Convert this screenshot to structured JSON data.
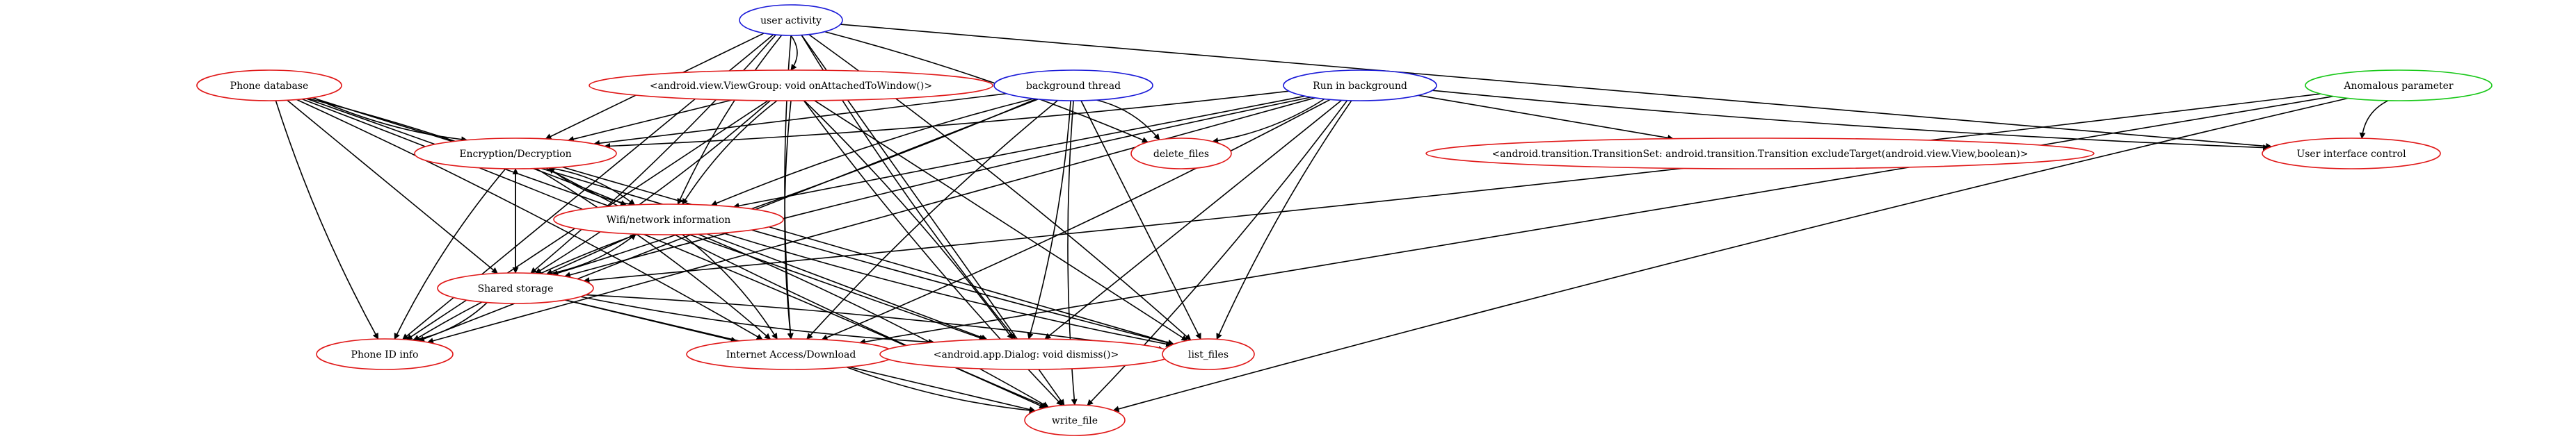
{
  "graph": {
    "colors": {
      "entry": "#1a1ad8",
      "target": "#e01818",
      "anomalous": "#18c818",
      "edge": "#000000"
    },
    "nodes": [
      {
        "id": "user_activity",
        "label": "user activity",
        "kind": "entry"
      },
      {
        "id": "phone_db",
        "label": "Phone database",
        "kind": "target"
      },
      {
        "id": "viewgroup",
        "label": "<android.view.ViewGroup: void onAttachedToWindow()>",
        "kind": "target"
      },
      {
        "id": "bg_thread",
        "label": "background thread",
        "kind": "entry"
      },
      {
        "id": "run_bg",
        "label": "Run in background",
        "kind": "entry"
      },
      {
        "id": "anomalous",
        "label": "Anomalous parameter",
        "kind": "anomalous"
      },
      {
        "id": "delete_files",
        "label": "delete_files",
        "kind": "target"
      },
      {
        "id": "transitionset",
        "label": "<android.transition.TransitionSet: android.transition.Transition excludeTarget(android.view.View,boolean)>",
        "kind": "target"
      },
      {
        "id": "ui_control",
        "label": "User interface control",
        "kind": "target"
      },
      {
        "id": "encryption",
        "label": "Encryption/Decryption",
        "kind": "target"
      },
      {
        "id": "wifi",
        "label": "Wifi/network information",
        "kind": "target"
      },
      {
        "id": "shared_storage",
        "label": "Shared storage",
        "kind": "target"
      },
      {
        "id": "phone_id",
        "label": "Phone ID info",
        "kind": "target"
      },
      {
        "id": "internet",
        "label": "Internet Access/Download",
        "kind": "target"
      },
      {
        "id": "dialog",
        "label": "<android.app.Dialog: void dismiss()>",
        "kind": "target"
      },
      {
        "id": "list_files",
        "label": "list_files",
        "kind": "target"
      },
      {
        "id": "write_file",
        "label": "write_file",
        "kind": "target"
      }
    ],
    "edges": [
      [
        "user_activity",
        "viewgroup"
      ],
      [
        "user_activity",
        "encryption"
      ],
      [
        "user_activity",
        "wifi"
      ],
      [
        "user_activity",
        "shared_storage"
      ],
      [
        "user_activity",
        "phone_id"
      ],
      [
        "user_activity",
        "internet"
      ],
      [
        "user_activity",
        "delete_files"
      ],
      [
        "user_activity",
        "ui_control"
      ],
      [
        "user_activity",
        "dialog"
      ],
      [
        "user_activity",
        "list_files"
      ],
      [
        "user_activity",
        "write_file"
      ],
      [
        "phone_db",
        "encryption"
      ],
      [
        "phone_db",
        "wifi"
      ],
      [
        "phone_db",
        "shared_storage"
      ],
      [
        "phone_db",
        "phone_id"
      ],
      [
        "phone_db",
        "internet"
      ],
      [
        "phone_db",
        "dialog"
      ],
      [
        "phone_db",
        "list_files"
      ],
      [
        "phone_db",
        "write_file"
      ],
      [
        "viewgroup",
        "encryption"
      ],
      [
        "viewgroup",
        "wifi"
      ],
      [
        "viewgroup",
        "shared_storage"
      ],
      [
        "viewgroup",
        "phone_id"
      ],
      [
        "viewgroup",
        "internet"
      ],
      [
        "viewgroup",
        "dialog"
      ],
      [
        "viewgroup",
        "list_files"
      ],
      [
        "viewgroup",
        "write_file"
      ],
      [
        "bg_thread",
        "delete_files"
      ],
      [
        "bg_thread",
        "encryption"
      ],
      [
        "bg_thread",
        "wifi"
      ],
      [
        "bg_thread",
        "shared_storage"
      ],
      [
        "bg_thread",
        "phone_id"
      ],
      [
        "bg_thread",
        "internet"
      ],
      [
        "bg_thread",
        "dialog"
      ],
      [
        "bg_thread",
        "list_files"
      ],
      [
        "bg_thread",
        "write_file"
      ],
      [
        "run_bg",
        "delete_files"
      ],
      [
        "run_bg",
        "transitionset"
      ],
      [
        "run_bg",
        "ui_control"
      ],
      [
        "run_bg",
        "encryption"
      ],
      [
        "run_bg",
        "wifi"
      ],
      [
        "run_bg",
        "shared_storage"
      ],
      [
        "run_bg",
        "internet"
      ],
      [
        "run_bg",
        "dialog"
      ],
      [
        "run_bg",
        "list_files"
      ],
      [
        "run_bg",
        "write_file"
      ],
      [
        "run_bg",
        "phone_id"
      ],
      [
        "anomalous",
        "ui_control"
      ],
      [
        "anomalous",
        "shared_storage"
      ],
      [
        "anomalous",
        "internet"
      ],
      [
        "anomalous",
        "write_file"
      ],
      [
        "encryption",
        "wifi"
      ],
      [
        "encryption",
        "shared_storage"
      ],
      [
        "encryption",
        "phone_id"
      ],
      [
        "encryption",
        "internet"
      ],
      [
        "encryption",
        "list_files"
      ],
      [
        "encryption",
        "write_file"
      ],
      [
        "wifi",
        "encryption"
      ],
      [
        "wifi",
        "shared_storage"
      ],
      [
        "wifi",
        "phone_id"
      ],
      [
        "wifi",
        "internet"
      ],
      [
        "wifi",
        "dialog"
      ],
      [
        "wifi",
        "list_files"
      ],
      [
        "wifi",
        "write_file"
      ],
      [
        "shared_storage",
        "encryption"
      ],
      [
        "shared_storage",
        "wifi"
      ],
      [
        "shared_storage",
        "phone_id"
      ],
      [
        "shared_storage",
        "internet"
      ],
      [
        "shared_storage",
        "dialog"
      ],
      [
        "shared_storage",
        "list_files"
      ],
      [
        "shared_storage",
        "write_file"
      ],
      [
        "internet",
        "write_file"
      ]
    ]
  }
}
